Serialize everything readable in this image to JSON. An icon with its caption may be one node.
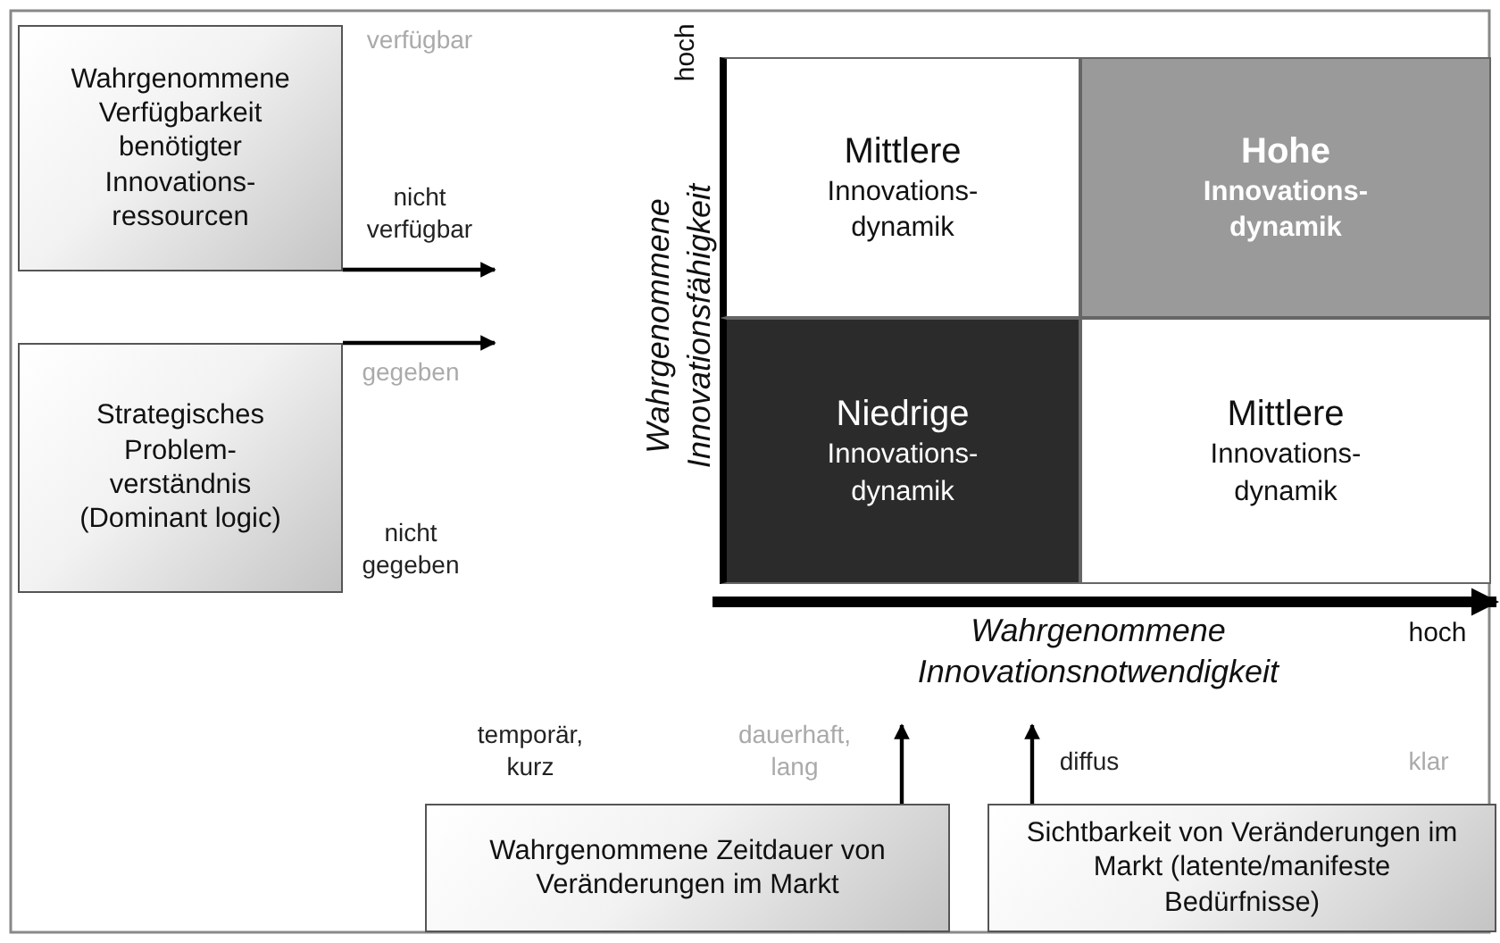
{
  "diagram": {
    "nodes": [
      {
        "text": [
          "Wahrgenommene Verfügbarkeit benötigter Innovations- ressourcen"
        ]
      },
      {
        "text": [
          "Strategisches Problem- verständnis (Dominant logic)"
        ]
      },
      {
        "text": [
          "Mittlere",
          "Innovations- dynamik"
        ]
      },
      {
        "text": [
          "Hohe",
          "Innovations- dynamik"
        ]
      },
      {
        "text": [
          "Niedrige",
          "Innovations- dynamik"
        ]
      },
      {
        "text": [
          "Mittlere",
          "Innovations- dynamik"
        ]
      },
      {
        "text": [
          "Wahrgenommene Zeitdauer von Veränderungen im Markt"
        ]
      },
      {
        "text": [
          "Sichtbarkeit von Veränderungen im Markt (latente/manifeste Bedürfnisse)"
        ]
      }
    ],
    "edges": [
      {
        "from": 0,
        "to": null,
        "arrow": "to"
      },
      {
        "from": 1,
        "to": null,
        "arrow": "to"
      },
      {
        "from": 6,
        "to": null,
        "arrow": "to"
      },
      {
        "from": 7,
        "to": null,
        "arrow": "to"
      }
    ],
    "labels": [
      "verfügbar",
      "nicht verfügbar",
      "gegeben",
      "nicht gegeben",
      "hoch",
      "Wahrgenommene Innovationsfähigkeit",
      "Wahrgenommene Innovationsnotwendigkeit",
      "hoch",
      "temporär, kurz",
      "dauerhaft, lang",
      "diffus",
      "klar"
    ]
  }
}
